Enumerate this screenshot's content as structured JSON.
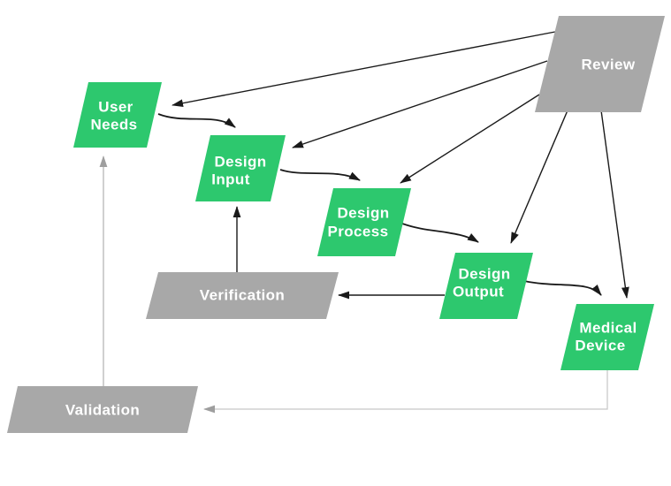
{
  "diagram": {
    "kind": "flowchart",
    "description_not_shown": ""
  },
  "colors": {
    "node_green": "#2dc86e",
    "node_gray": "#a8a8a8",
    "label_text": "#ffffff",
    "arrow_black": "#1a1a1a",
    "arrow_gray": "#9e9e9e",
    "line_gray_light": "#c6c6c6",
    "line_gray": "#b0b0b0"
  },
  "nodes": {
    "review": {
      "label": "Review",
      "color": "gray"
    },
    "user_needs": {
      "line1": "User",
      "line2": "Needs",
      "color": "green"
    },
    "design_input": {
      "line1": "Design",
      "line2": "Input",
      "color": "green"
    },
    "design_process": {
      "line1": "Design",
      "line2": "Process",
      "color": "green"
    },
    "design_output": {
      "line1": "Design",
      "line2": "Output",
      "color": "green"
    },
    "medical_device": {
      "line1": "Medical",
      "line2": "Device",
      "color": "green"
    },
    "verification": {
      "label": "Verification",
      "color": "gray"
    },
    "validation": {
      "label": "Validation",
      "color": "gray"
    }
  },
  "edges": [
    {
      "from": "review",
      "to": "user_needs",
      "style": "straight-black"
    },
    {
      "from": "review",
      "to": "design_input",
      "style": "straight-black"
    },
    {
      "from": "review",
      "to": "design_process",
      "style": "straight-black"
    },
    {
      "from": "review",
      "to": "design_output",
      "style": "straight-black"
    },
    {
      "from": "review",
      "to": "medical_device",
      "style": "straight-black"
    },
    {
      "from": "user_needs",
      "to": "design_input",
      "style": "curve-black"
    },
    {
      "from": "design_input",
      "to": "design_process",
      "style": "curve-black"
    },
    {
      "from": "design_process",
      "to": "design_output",
      "style": "curve-black"
    },
    {
      "from": "design_output",
      "to": "medical_device",
      "style": "curve-black"
    },
    {
      "from": "design_output",
      "to": "verification",
      "style": "straight-black"
    },
    {
      "from": "verification",
      "to": "design_input",
      "style": "straight-black"
    },
    {
      "from": "medical_device",
      "to": "validation",
      "style": "elbow-gray"
    },
    {
      "from": "validation",
      "to": "user_needs",
      "style": "straight-gray"
    }
  ]
}
